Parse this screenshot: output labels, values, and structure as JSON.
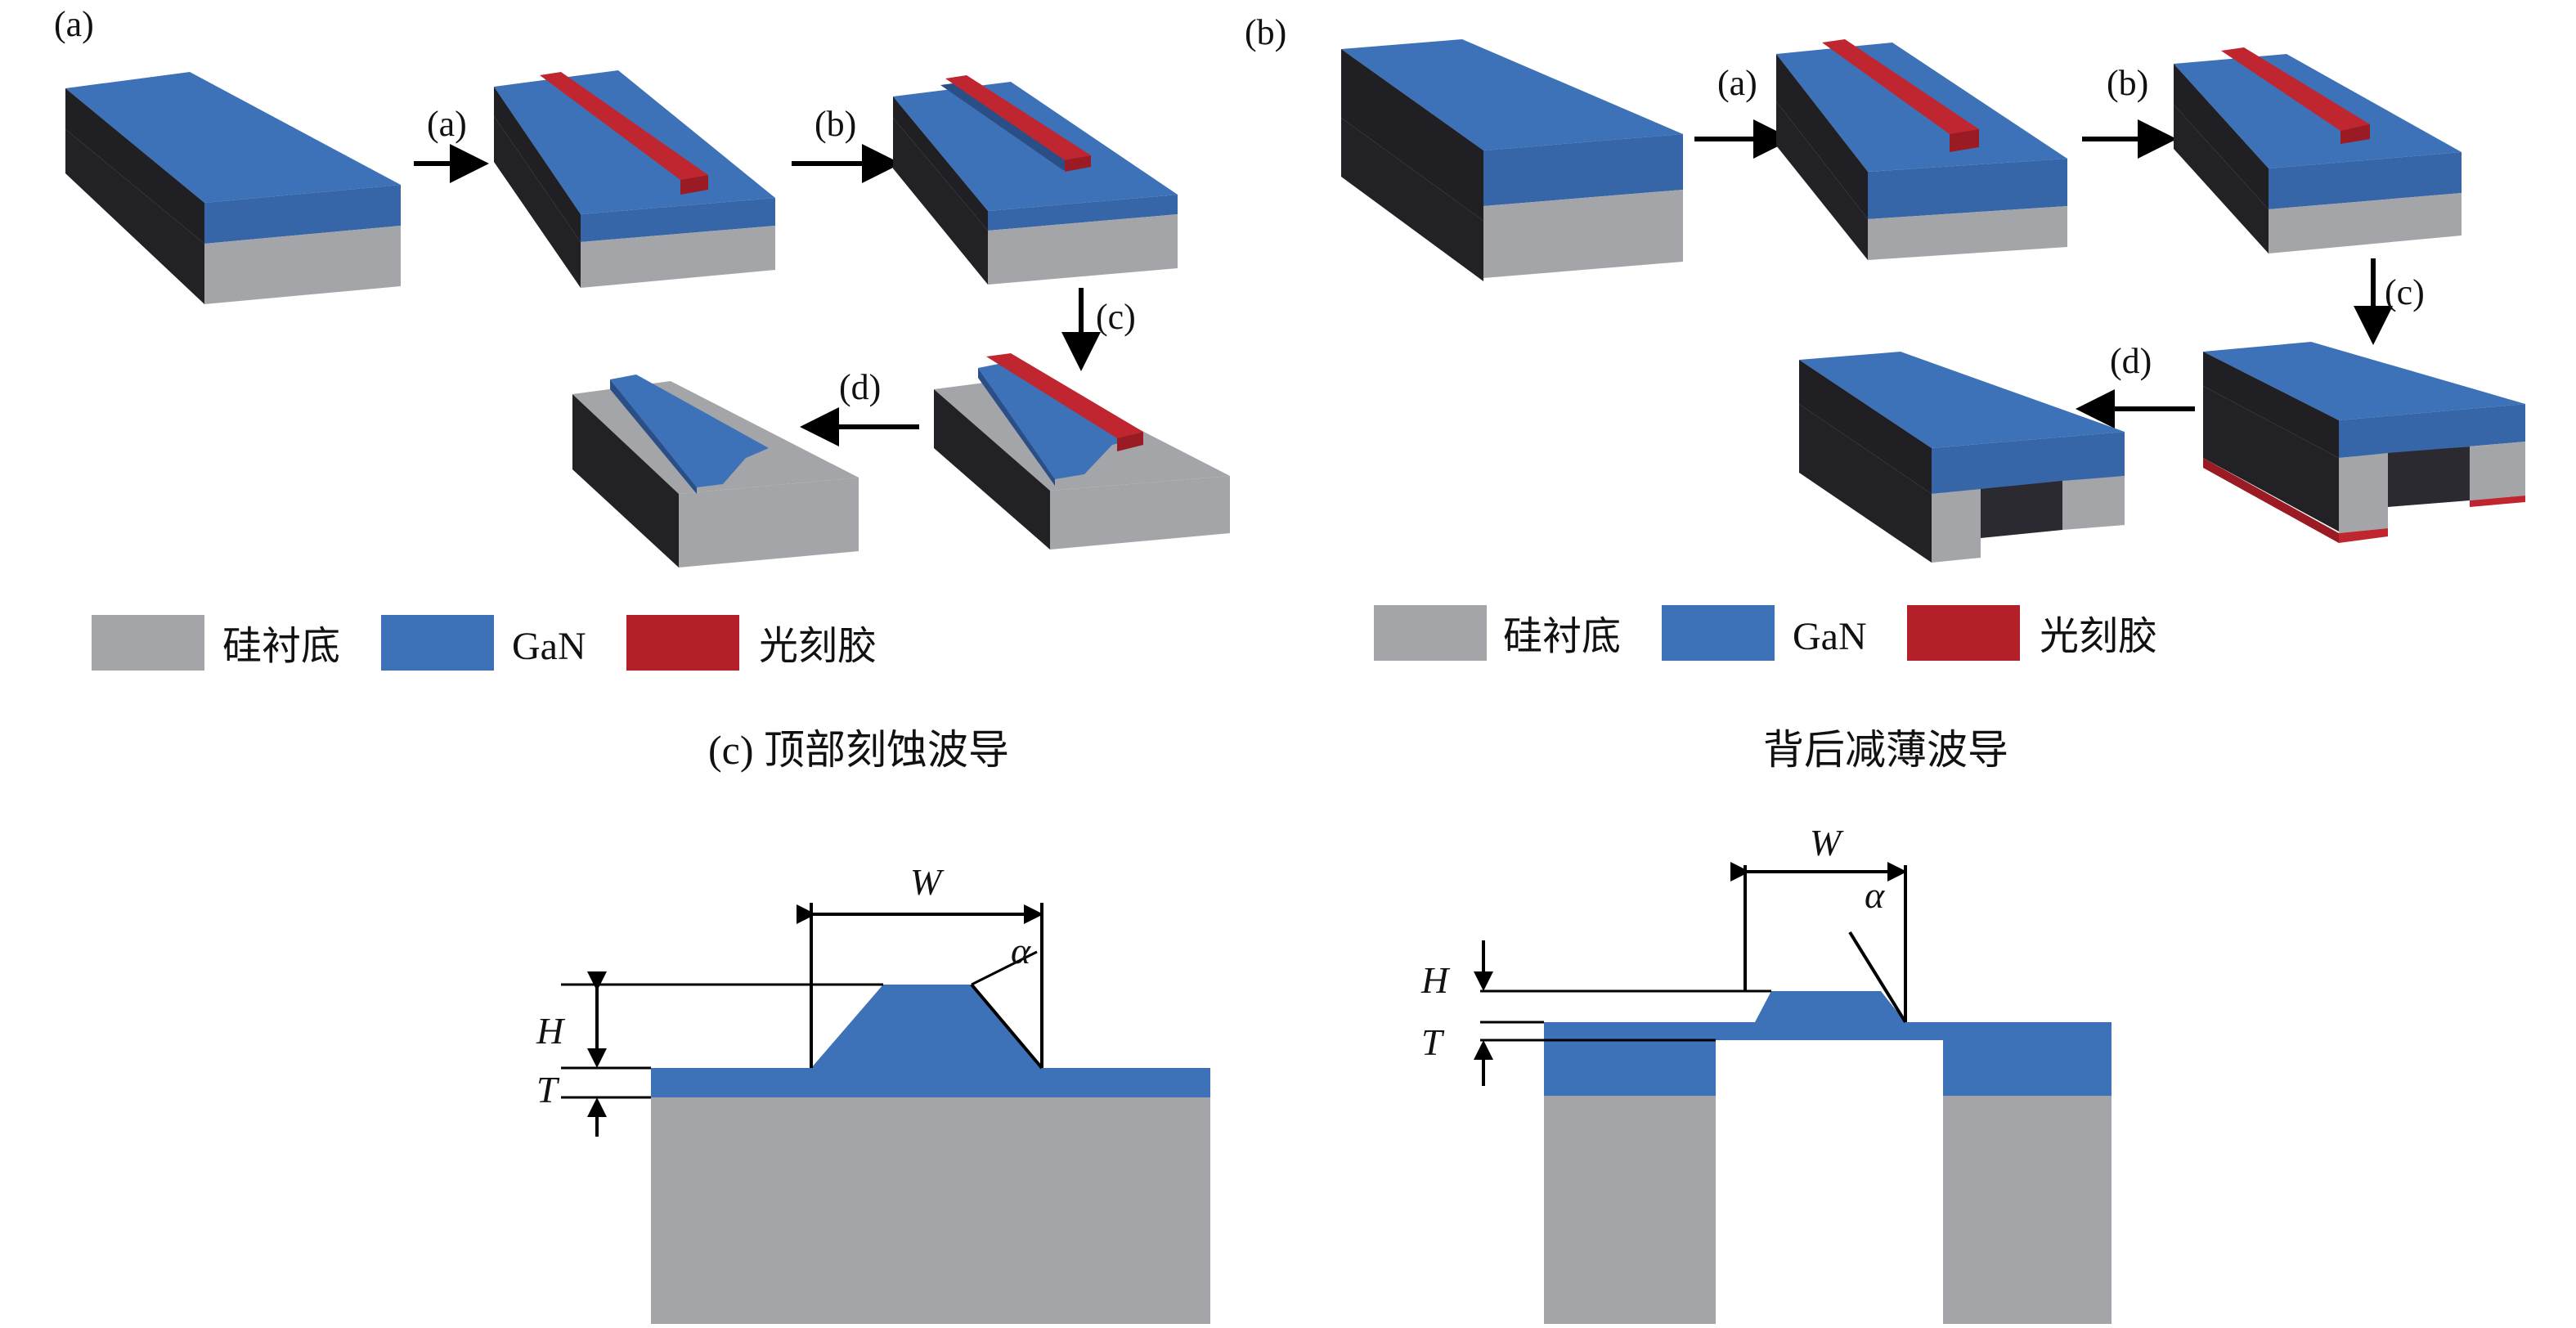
{
  "colors": {
    "substrate": "#a3a5a8",
    "gan": "#3d72b8",
    "photoresist": "#b3202a",
    "shadow": "#1f1f24",
    "gan_dark": "#2a4f86"
  },
  "panel_a": {
    "label": "(a)",
    "steps": [
      "(a)",
      "(b)",
      "(c)",
      "(d)"
    ],
    "legend": [
      "硅衬底",
      "GaN",
      "光刻胶"
    ],
    "caption": "(c) 顶部刻蚀波导"
  },
  "panel_b": {
    "label": "(b)",
    "steps": [
      "(a)",
      "(b)",
      "(c)",
      "(d)"
    ],
    "legend": [
      "硅衬底",
      "GaN",
      "光刻胶"
    ],
    "caption": "背后减薄波导"
  },
  "cross_a": {
    "w": "W",
    "h": "H",
    "t": "T",
    "alpha": "α"
  },
  "cross_b": {
    "w": "W",
    "h": "H",
    "t": "T",
    "alpha": "α"
  }
}
